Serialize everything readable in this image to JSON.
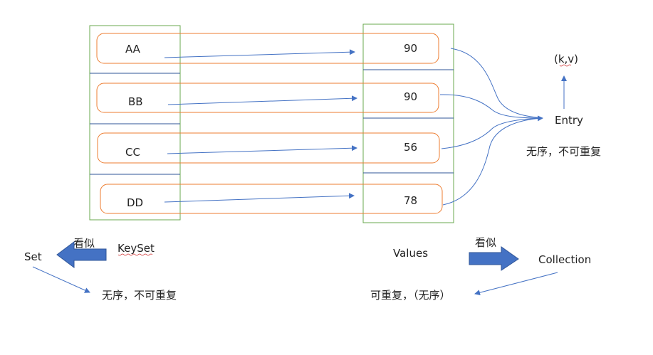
{
  "colors": {
    "green_border": "#6aa84f",
    "blue_divider": "#2f5597",
    "orange_box": "#ed7d31",
    "arrow_blue": "#4472c4",
    "block_arrow": "#4472c4",
    "squiggle_red": "#d03030"
  },
  "rows": [
    {
      "key": "AA",
      "value": "90"
    },
    {
      "key": "BB",
      "value": "90"
    },
    {
      "key": "CC",
      "value": "56"
    },
    {
      "key": "DD",
      "value": "78"
    }
  ],
  "right": {
    "kv": "(k,v)",
    "entry": "Entry",
    "entry_desc": "无序，不可重复"
  },
  "bottom_left": {
    "set": "Set",
    "looks_like": "看似",
    "keyset": "KeySet",
    "desc": "无序，不可重复"
  },
  "bottom_right": {
    "values": "Values",
    "looks_like": "看似",
    "collection": "Collection",
    "desc": "可重复，（无序）"
  }
}
